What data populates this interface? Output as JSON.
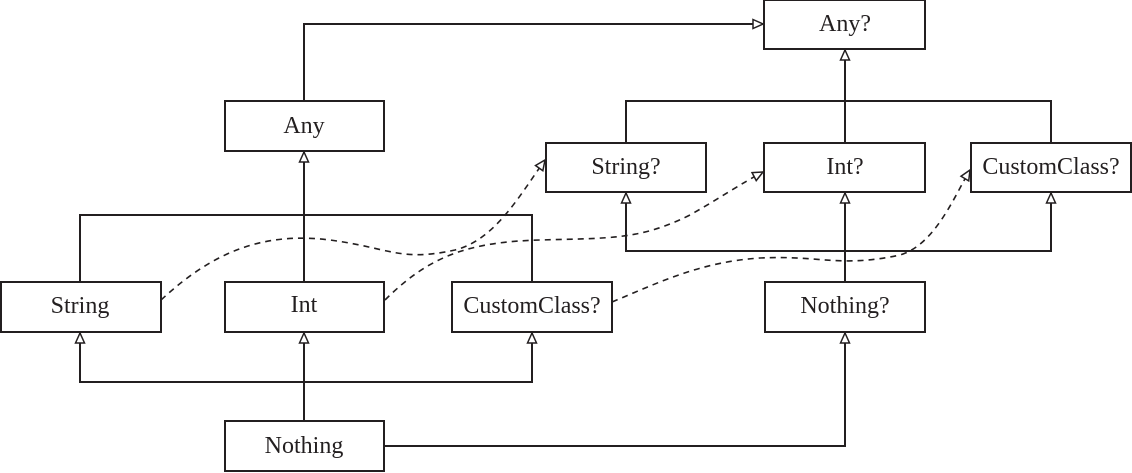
{
  "diagram": {
    "nodes": {
      "any_nullable": "Any?",
      "any": "Any",
      "string_nullable": "String?",
      "int_nullable": "Int?",
      "customclass_nullable_right": "CustomClass?",
      "string": "String",
      "int": "Int",
      "customclass_nullable_left": "CustomClass?",
      "nothing_nullable": "Nothing?",
      "nothing": "Nothing"
    },
    "colors": {
      "stroke": "#231f20",
      "background": "#ffffff"
    },
    "relations": [
      {
        "from": "any",
        "to": "any_nullable",
        "style": "solid"
      },
      {
        "from": "string_nullable",
        "to": "any_nullable",
        "style": "solid"
      },
      {
        "from": "int_nullable",
        "to": "any_nullable",
        "style": "solid"
      },
      {
        "from": "customclass_nullable_right",
        "to": "any_nullable",
        "style": "solid"
      },
      {
        "from": "string",
        "to": "any",
        "style": "solid"
      },
      {
        "from": "int",
        "to": "any",
        "style": "solid"
      },
      {
        "from": "customclass_nullable_left",
        "to": "any",
        "style": "solid"
      },
      {
        "from": "nothing",
        "to": "string",
        "style": "solid"
      },
      {
        "from": "nothing",
        "to": "int",
        "style": "solid"
      },
      {
        "from": "nothing",
        "to": "customclass_nullable_left",
        "style": "solid"
      },
      {
        "from": "nothing",
        "to": "nothing_nullable",
        "style": "solid"
      },
      {
        "from": "nothing_nullable",
        "to": "string_nullable",
        "style": "solid"
      },
      {
        "from": "nothing_nullable",
        "to": "int_nullable",
        "style": "solid"
      },
      {
        "from": "nothing_nullable",
        "to": "customclass_nullable_right",
        "style": "solid"
      },
      {
        "from": "string",
        "to": "string_nullable",
        "style": "dashed"
      },
      {
        "from": "int",
        "to": "int_nullable",
        "style": "dashed"
      },
      {
        "from": "customclass_nullable_left",
        "to": "customclass_nullable_right",
        "style": "dashed"
      }
    ]
  }
}
